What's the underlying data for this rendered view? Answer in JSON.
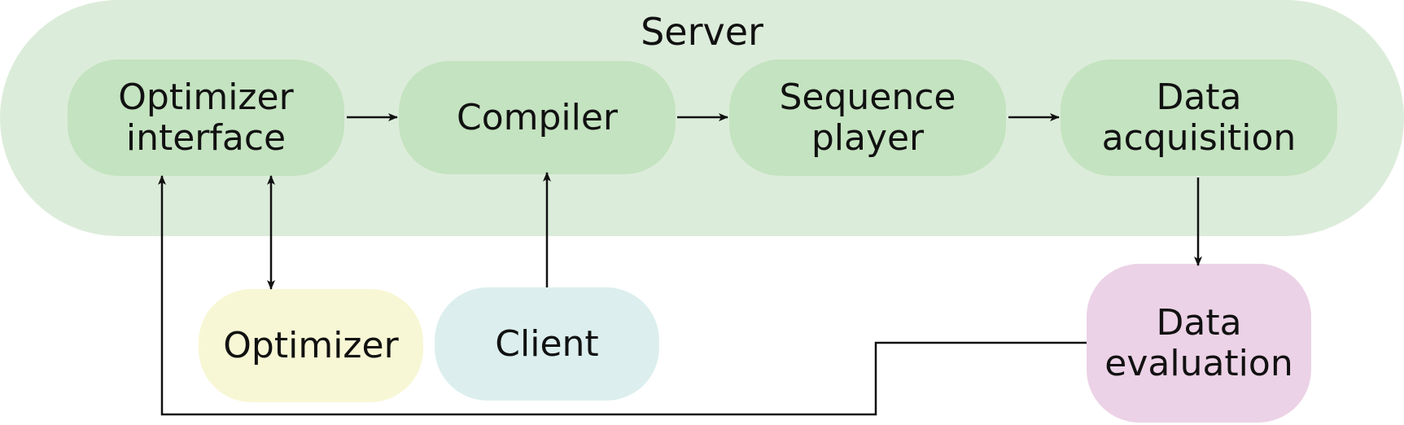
{
  "server": {
    "title": "Server"
  },
  "nodes": {
    "optimizer_interface": "Optimizer\ninterface",
    "compiler": "Compiler",
    "sequence_player": "Sequence\nplayer",
    "data_acquisition": "Data\nacquisition",
    "optimizer": "Optimizer",
    "client": "Client",
    "data_evaluation": "Data\nevaluation"
  },
  "colors": {
    "server": "#dcecda",
    "server_nodes": "#c4e3c0",
    "optimizer": "#f8f7d5",
    "client": "#dcefee",
    "data_evaluation": "#ecd2e6"
  }
}
